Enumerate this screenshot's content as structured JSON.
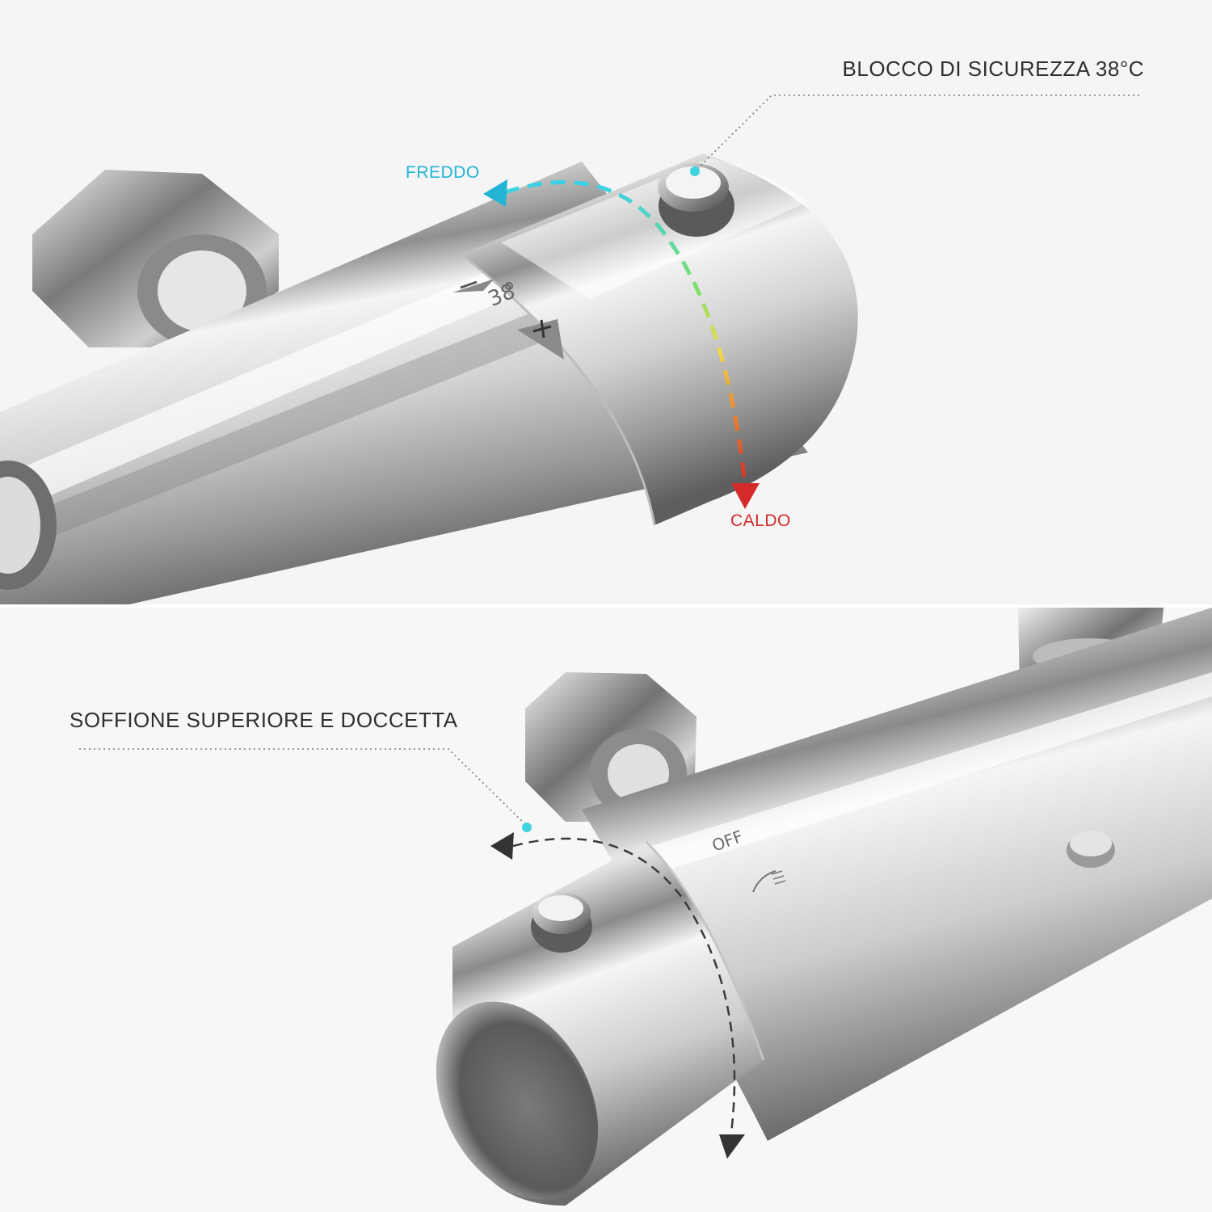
{
  "labels": {
    "safety_lock": "BLOCCO DI SICUREZZA 38°C",
    "cold": "FREDDO",
    "hot": "CALDO",
    "outlet_selector": "SOFFIONE SUPERIORE E DOCCETTA",
    "temp_engraving": "38",
    "off_engraving": "OFF"
  },
  "colors": {
    "cold": "#24b5d4",
    "hot": "#d42a2a",
    "text": "#2f2f2f",
    "leader_dot": "#3fd3e0"
  },
  "icons": [
    "minus-icon",
    "plus-icon",
    "degree-icon",
    "shower-spray-icon",
    "rotate-arrow-icon"
  ]
}
